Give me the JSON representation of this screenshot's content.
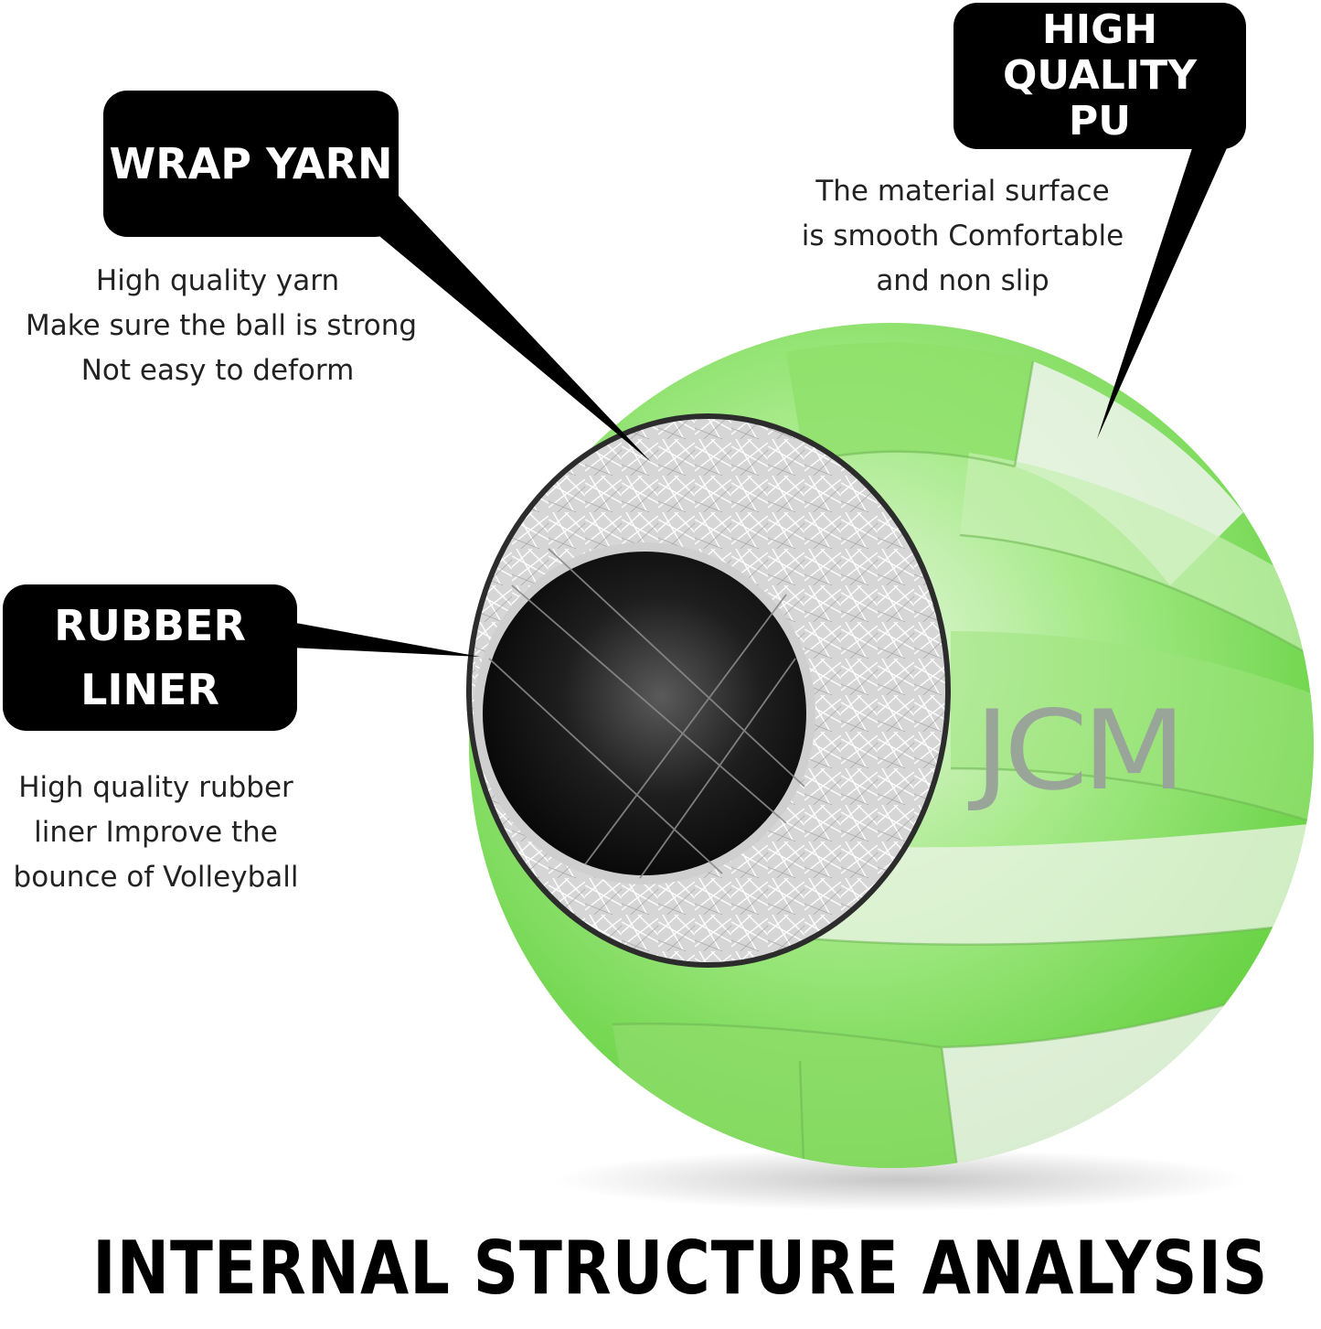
{
  "callouts": {
    "wrap_yarn": {
      "title": "WRAP YARN",
      "lines": [
        "High quality yarn",
        "Make sure the ball is strong",
        "Not easy to deform"
      ]
    },
    "high_quality_pu": {
      "title_lines": [
        "HIGH",
        "QUALITY",
        "PU"
      ],
      "lines": [
        "The material surface",
        "is smooth Comfortable",
        "and non slip"
      ]
    },
    "rubber_liner": {
      "title_lines": [
        "RUBBER",
        "LINER"
      ],
      "lines": [
        "High quality rubber",
        "liner Improve the",
        "bounce of Volleyball"
      ]
    }
  },
  "brand_mark": "JCM",
  "headline": "INTERNAL STRUCTURE ANALYSIS",
  "colors": {
    "ball_green": "#7de05a",
    "ball_white": "#eef2ec",
    "yarn": "#d8d8d8",
    "liner": "#111111",
    "label_bg": "#000000"
  }
}
